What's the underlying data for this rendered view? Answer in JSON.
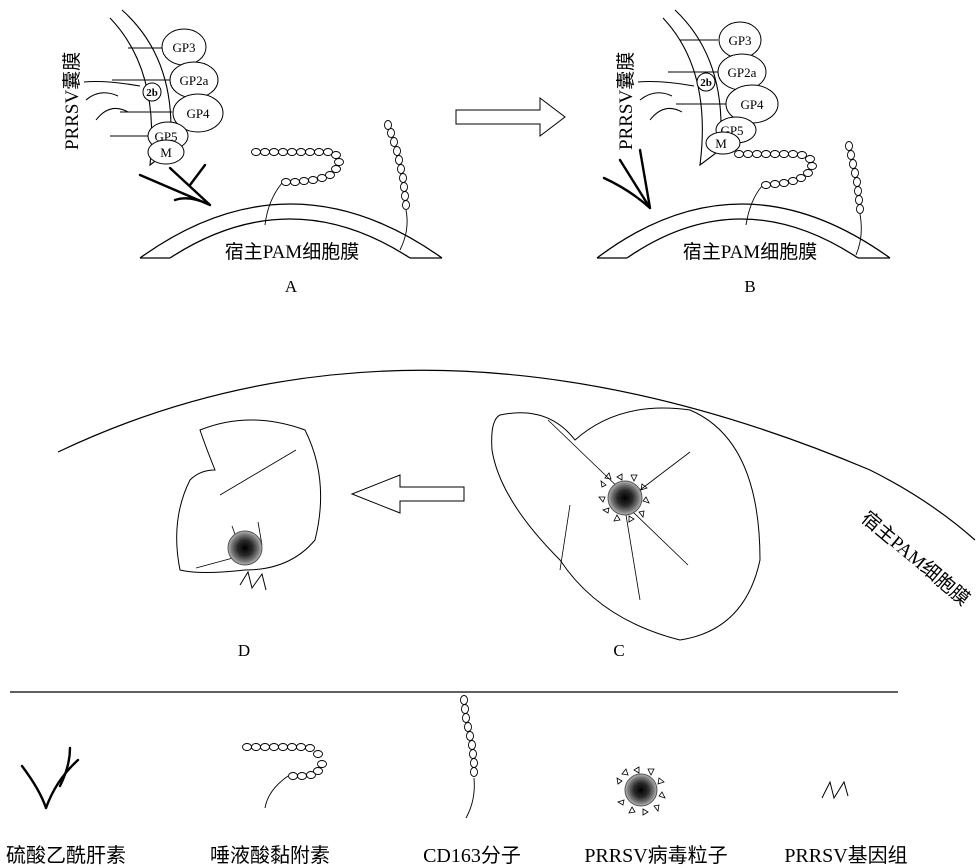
{
  "panels": {
    "A": {
      "letter": "A",
      "envelope_label": "PRRSV囊膜",
      "membrane_label": "宿主PAM细胞膜",
      "proteins": [
        "GP3",
        "GP2a",
        "2b",
        "GP4",
        "GP5",
        "M"
      ]
    },
    "B": {
      "letter": "B",
      "envelope_label": "PRRSV囊膜",
      "membrane_label": "宿主PAM细胞膜",
      "proteins": [
        "GP3",
        "GP2a",
        "2b",
        "GP4",
        "GP5",
        "M"
      ]
    },
    "C": {
      "letter": "C"
    },
    "D": {
      "letter": "D"
    }
  },
  "cell_membrane_label": "宿主PAM细胞膜",
  "legend": [
    {
      "icon": "heparan-sulfate-icon",
      "label": "硫酸乙酰肝素"
    },
    {
      "icon": "sialoadhesin-icon",
      "label": "唾液酸黏附素"
    },
    {
      "icon": "cd163-icon",
      "label": "CD163分子"
    },
    {
      "icon": "virion-icon",
      "label": "PRRSV病毒粒子"
    },
    {
      "icon": "genome-icon",
      "label": "PRRSV基因组"
    }
  ]
}
